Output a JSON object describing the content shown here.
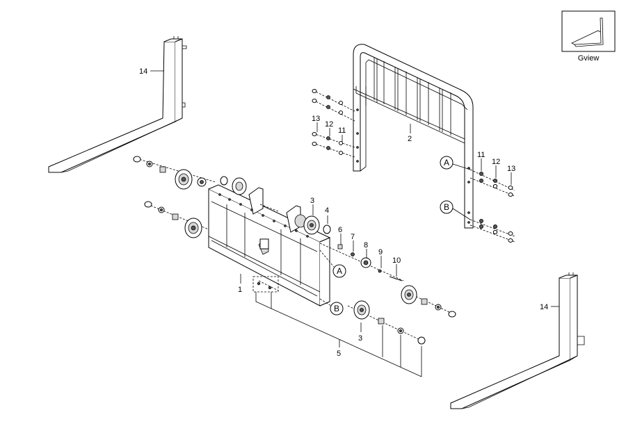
{
  "diagram": {
    "inset_label": "Gview",
    "callouts": {
      "p1": "1",
      "p2": "2",
      "p3a": "3",
      "p3b": "3",
      "p4": "4",
      "p5": "5",
      "p6": "6",
      "p7": "7",
      "p8": "8",
      "p9": "9",
      "p10": "10",
      "p11a": "11",
      "p11b": "11",
      "p12a": "12",
      "p12b": "12",
      "p13a": "13",
      "p13b": "13",
      "p14a": "14",
      "p14b": "14"
    },
    "refs": {
      "a1": "A",
      "a2": "A",
      "b1": "B",
      "b2": "B"
    }
  }
}
